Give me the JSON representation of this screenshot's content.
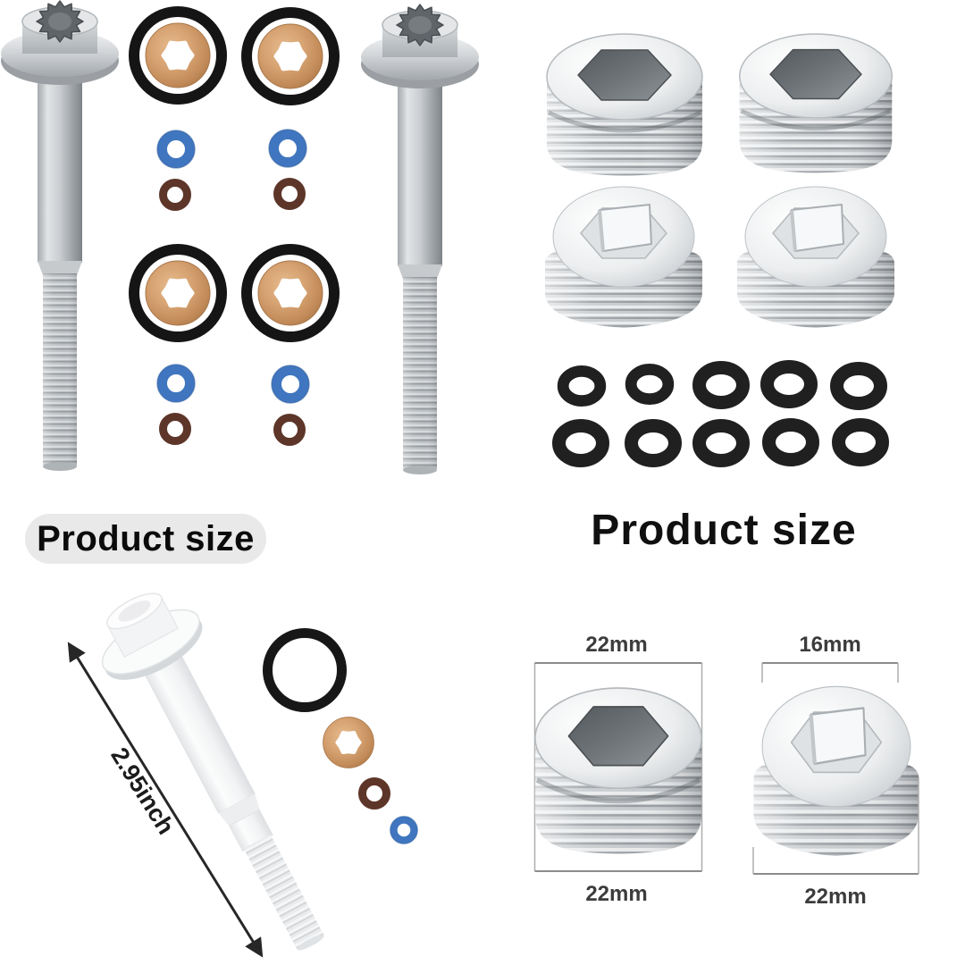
{
  "bottom_left": {
    "title": "Product size",
    "length_label": "2.95inch"
  },
  "bottom_right": {
    "title": "Product size",
    "left_plug": {
      "top_dim": "22mm",
      "bottom_dim": "22mm"
    },
    "right_plug": {
      "top_dim": "16mm",
      "bottom_dim": "22mm"
    }
  },
  "parts": {
    "top_left_kit": {
      "flange_bolts": 2,
      "copper_washers_in_black_orings": 4,
      "blue_orings": 4,
      "brown_orings": 4
    },
    "top_right_kit": {
      "hex_socket_plugs": 2,
      "square_socket_plugs": 2,
      "black_rubber_orings": 10
    }
  },
  "colors": {
    "background": "#ffffff",
    "black_oring": "#171717",
    "rubber_oring": "#202020",
    "copper_washer": "#c98f5e",
    "blue_oring": "#4076bf",
    "brown_oring": "#5d3629",
    "chrome_highlight": "#f2f4f5",
    "chrome_shadow": "#8e9399",
    "label_pill_bg": "#e9e9e9",
    "dimension_line": "#8c8c8c",
    "dimension_text": "#3c3c3c",
    "arrow": "#272727"
  }
}
